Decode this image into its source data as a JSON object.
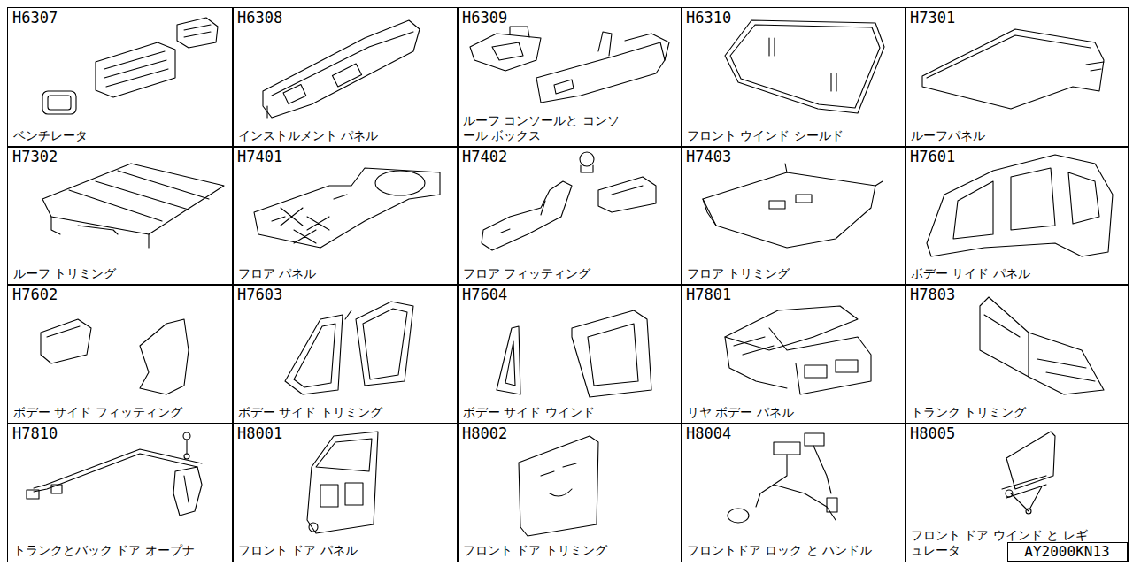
{
  "diagram": {
    "nodes": [
      {
        "text": [
          "H6307",
          "ベンチレータ"
        ]
      },
      {
        "text": [
          "H6308",
          "インストルメント パネル"
        ]
      },
      {
        "text": [
          "H6309",
          "ルーフ コンソールと コンソール ボックス"
        ]
      },
      {
        "text": [
          "H6310",
          "フロント ウインド シールド"
        ]
      },
      {
        "text": [
          "H7301",
          "ルーフパネル"
        ]
      },
      {
        "text": [
          "H7302",
          "ルーフ トリミング"
        ]
      },
      {
        "text": [
          "H7401",
          "フロア パネル"
        ]
      },
      {
        "text": [
          "H7402",
          "フロア フィッティング"
        ]
      },
      {
        "text": [
          "H7403",
          "フロア トリミング"
        ]
      },
      {
        "text": [
          "H7601",
          "ボデー サイド パネル"
        ]
      },
      {
        "text": [
          "H7602",
          "ボデー サイド フィッティング"
        ]
      },
      {
        "text": [
          "H7603",
          "ボデー サイド トリミング"
        ]
      },
      {
        "text": [
          "H7604",
          "ボデー サイド ウインド"
        ]
      },
      {
        "text": [
          "H7801",
          "リヤ ボデー パネル"
        ]
      },
      {
        "text": [
          "H7803",
          "トランク トリミング"
        ]
      },
      {
        "text": [
          "H7810",
          "トランクとバック ドア オープナ"
        ]
      },
      {
        "text": [
          "H8001",
          "フロント ドア パネル"
        ]
      },
      {
        "text": [
          "H8002",
          "フロント ドア トリミング"
        ]
      },
      {
        "text": [
          "H8004",
          "フロントドア ロック と ハンドル"
        ]
      },
      {
        "text": [
          "H8005",
          "フロント ドア ウインド と レギュレータ"
        ]
      }
    ],
    "labels": [
      "AY2000KN13"
    ]
  }
}
